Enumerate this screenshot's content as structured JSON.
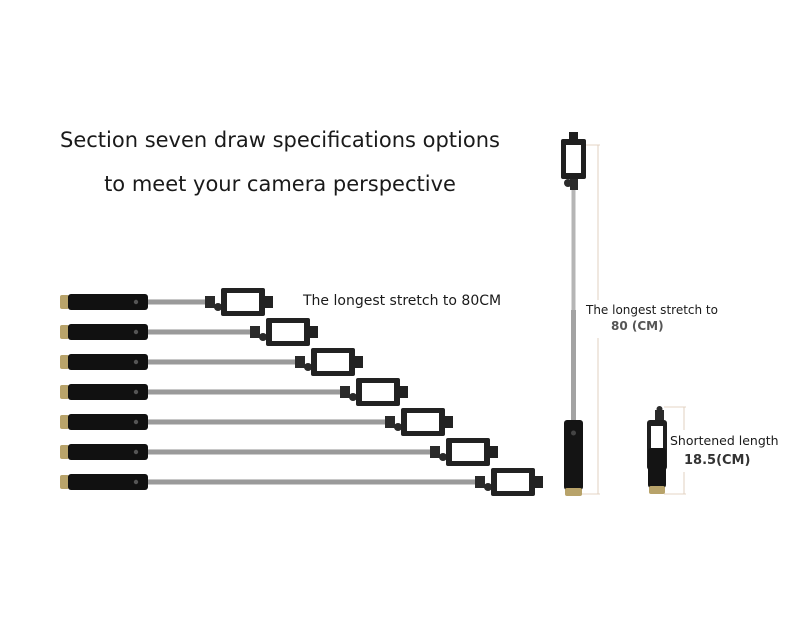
{
  "headline": {
    "line1": "Section seven draw specifications options",
    "line2": "to meet your camera perspective"
  },
  "captions": {
    "longest_horizontal": "The longest stretch to 80CM",
    "longest_vertical_line1": "The longest stretch to",
    "longest_vertical_line2": "80 (CM)",
    "shortened_line1": "Shortened length",
    "shortened_line2": "18.5(CM)"
  },
  "colors": {
    "handle": "#111111",
    "gold_cap": "#b8a36a",
    "rod": "#9a9a9a",
    "holder": "#222222",
    "dimension_line": "#d9c9b8"
  },
  "sticks": {
    "stretch_levels": [
      1,
      2,
      3,
      4,
      5,
      6,
      7
    ]
  }
}
